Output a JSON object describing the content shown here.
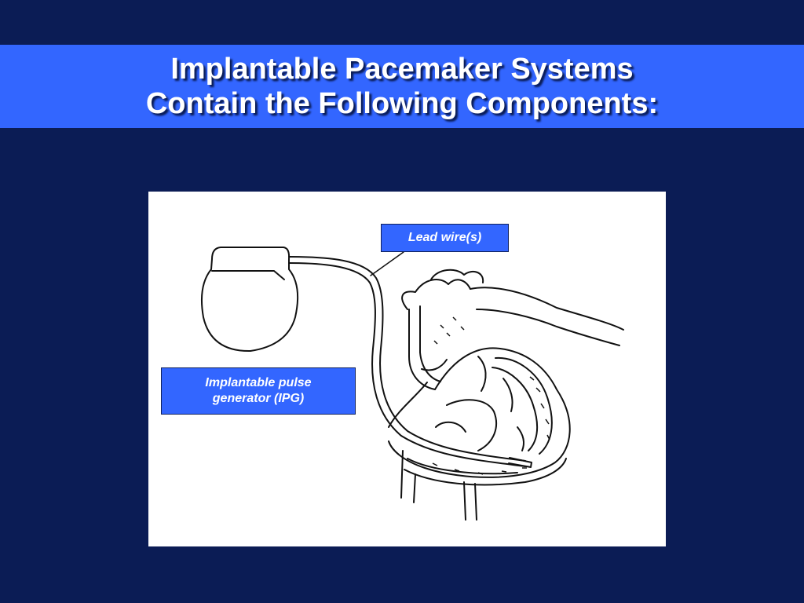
{
  "slide": {
    "title_line1": "Implantable Pacemaker Systems",
    "title_line2": "Contain the Following Components:"
  },
  "diagram": {
    "callouts": {
      "lead_wire": "Lead wire(s)",
      "ipg_line1": "Implantable pulse",
      "ipg_line2": "generator (IPG)"
    }
  },
  "colors": {
    "background": "#0b1c55",
    "title_band": "#3366ff",
    "callout_fill": "#3366ff",
    "figure_bg": "#ffffff"
  }
}
